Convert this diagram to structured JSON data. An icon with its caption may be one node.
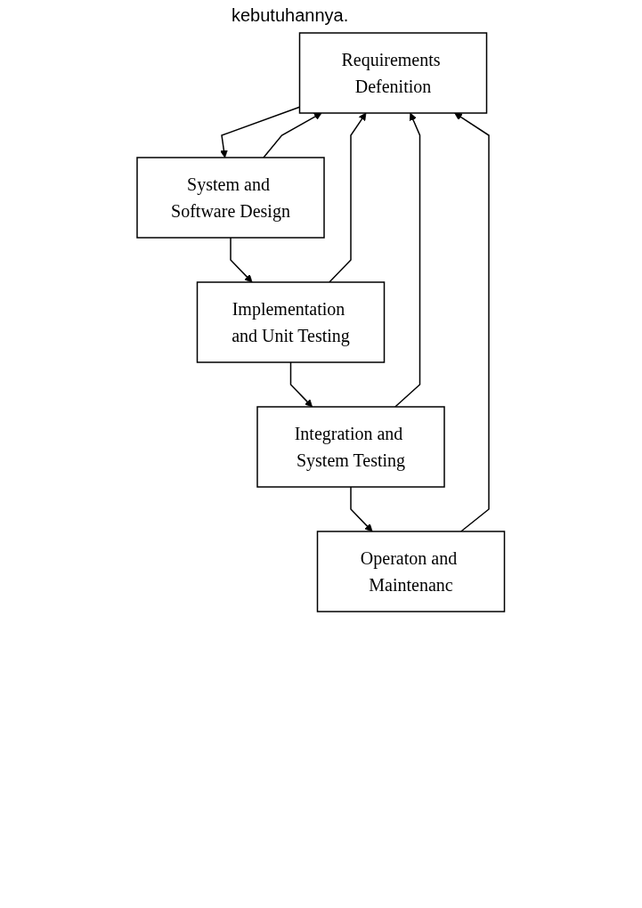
{
  "diagram": {
    "nodes": [
      {
        "text": [
          "Requirements Defenition"
        ]
      },
      {
        "text": [
          "System and Software Design"
        ]
      },
      {
        "text": [
          "Implementation and Unit Testing"
        ]
      },
      {
        "text": [
          "Integration and System Testing"
        ]
      },
      {
        "text": [
          "Operaton and Maintenanc"
        ]
      }
    ],
    "edges": [
      {
        "from": 0,
        "to": 1,
        "arrow": "to"
      },
      {
        "from": 1,
        "to": 2,
        "arrow": "to"
      },
      {
        "from": 2,
        "to": 3,
        "arrow": "to"
      },
      {
        "from": 3,
        "to": 4,
        "arrow": "to"
      },
      {
        "from": 1,
        "to": 0,
        "arrow": "to"
      },
      {
        "from": 2,
        "to": 0,
        "arrow": "to"
      },
      {
        "from": 3,
        "to": 0,
        "arrow": "to"
      },
      {
        "from": 4,
        "to": 0,
        "arrow": "to"
      }
    ],
    "labels": [
      "kebutuhannya."
    ]
  }
}
